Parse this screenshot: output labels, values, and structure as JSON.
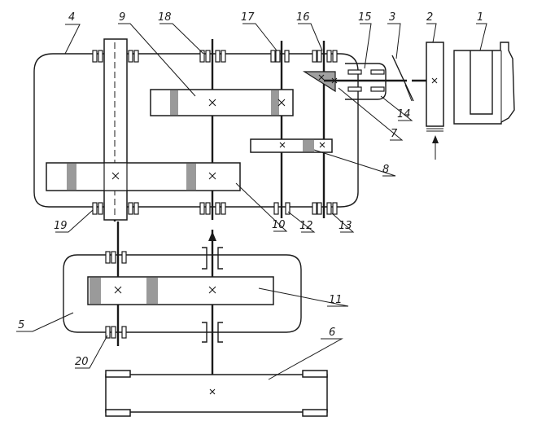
{
  "labels": {
    "l1": "1",
    "l2": "2",
    "l3": "3",
    "l4": "4",
    "l5": "5",
    "l6": "6",
    "l7": "7",
    "l8": "8",
    "l9": "9",
    "l10": "10",
    "l11": "11",
    "l12": "12",
    "l13": "13",
    "l14": "14",
    "l15": "15",
    "l16": "16",
    "l17": "17",
    "l18": "18",
    "l19": "19",
    "l20": "20"
  },
  "center_mark": "×"
}
